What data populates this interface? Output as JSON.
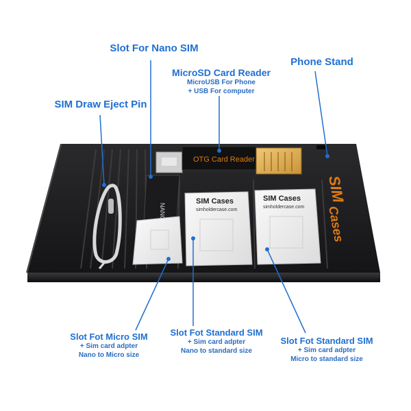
{
  "labels": {
    "nano_slot": {
      "title": "Slot For Nano SIM"
    },
    "microsd": {
      "title": "MicroSD Card Reader",
      "line1": "MicroUSB For Phone",
      "line2": "+ USB For computer"
    },
    "phone_stand": {
      "title": "Phone Stand"
    },
    "eject_pin": {
      "title": "SIM Draw Eject Pin"
    },
    "micro_slot": {
      "title": "Slot Fot Micro SIM",
      "line1": "+ Sim card adpter",
      "line2": "Nano to Micro size"
    },
    "std_slot_1": {
      "title": "Slot Fot Standard SIM",
      "line1": "+ Sim card adpter",
      "line2": "Nano to standard size"
    },
    "std_slot_2": {
      "title": "Slot Fot Standard SIM",
      "line1": "+ Sim card adpter",
      "line2": "Micro to standard size"
    }
  },
  "device": {
    "otg_label": "OTG Card Reader",
    "nano_label": "NANO",
    "brand_sim": "SIM",
    "brand_cases": "Cases",
    "adapter_brand": "SIM Cases",
    "adapter_url": "simholdercase.com"
  },
  "colors": {
    "label_blue": "#1f6fd1",
    "case_dark": "#1c1c1e",
    "brand_orange": "#e07a12"
  }
}
